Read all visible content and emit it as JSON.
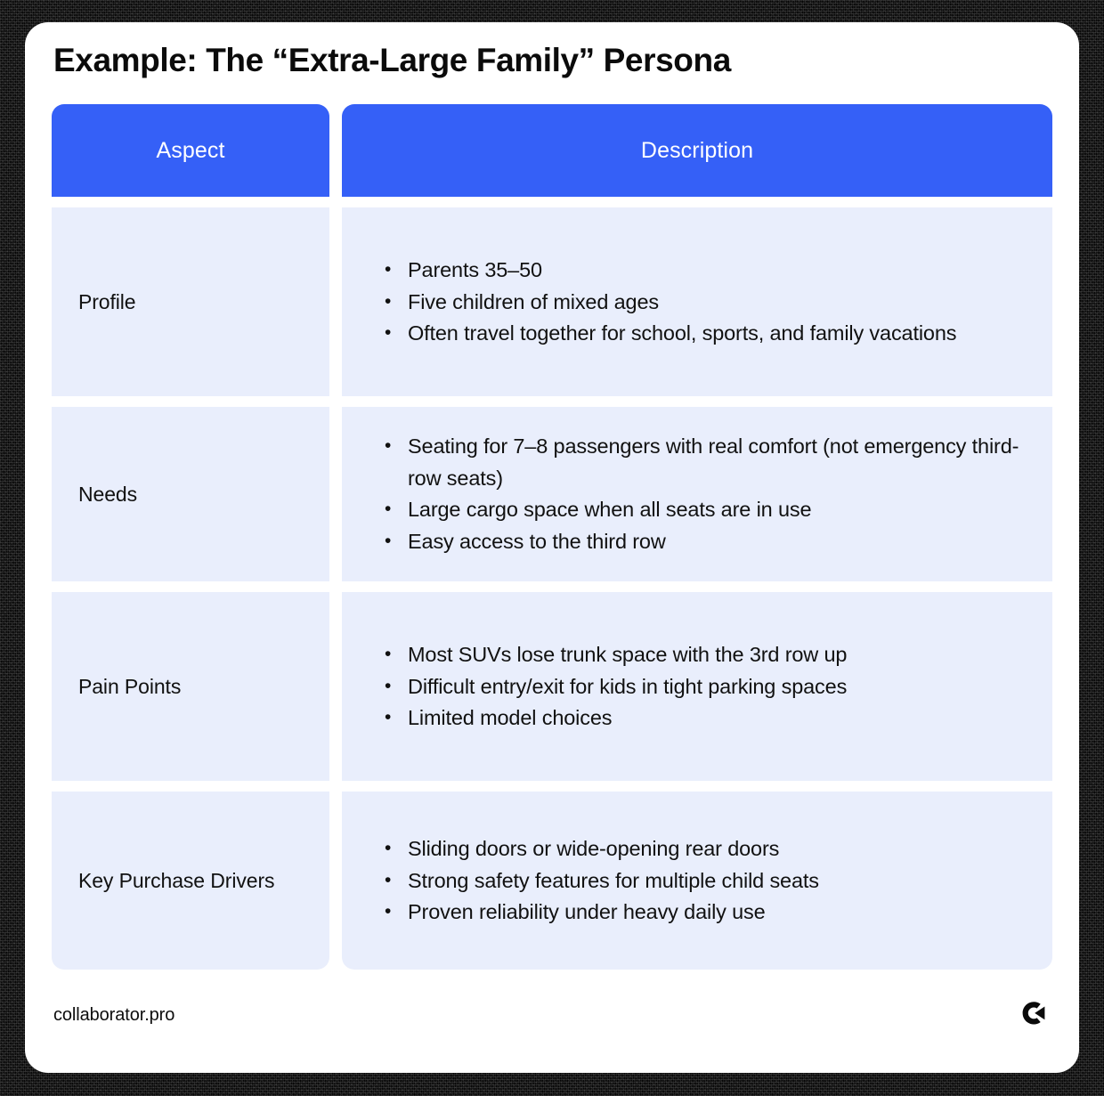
{
  "page": {
    "title": "Example: The “Extra-Large Family” Persona"
  },
  "colors": {
    "header_blue": "#3560f7",
    "cell_background": "#e9eefc",
    "card_background": "#ffffff",
    "frame": "#050505",
    "text": "#111111",
    "header_text": "#ffffff"
  },
  "table": {
    "columns": [
      {
        "key": "aspect",
        "label": "Aspect"
      },
      {
        "key": "description",
        "label": "Description"
      }
    ],
    "rows": [
      {
        "aspect": "Profile",
        "bullets": [
          "Parents 35–50",
          "Five children of mixed ages",
          "Often travel together for school, sports, and family vacations"
        ]
      },
      {
        "aspect": "Needs",
        "bullets": [
          "Seating for 7–8 passengers with real comfort (not emergency third-row seats)",
          "Large cargo space when all seats are in use",
          "Easy access to the third row"
        ]
      },
      {
        "aspect": "Pain Points",
        "bullets": [
          "Most SUVs lose trunk space with the 3rd row up",
          "Difficult entry/exit for kids in tight parking spaces",
          "Limited model choices"
        ]
      },
      {
        "aspect": "Key Purchase Drivers",
        "bullets": [
          "Sliding doors or wide-opening rear doors",
          "Strong safety features for multiple child seats",
          "Proven reliability under heavy daily use"
        ]
      }
    ]
  },
  "footer": {
    "site": "collaborator.pro",
    "logo_name": "collaborator-logo-icon"
  }
}
